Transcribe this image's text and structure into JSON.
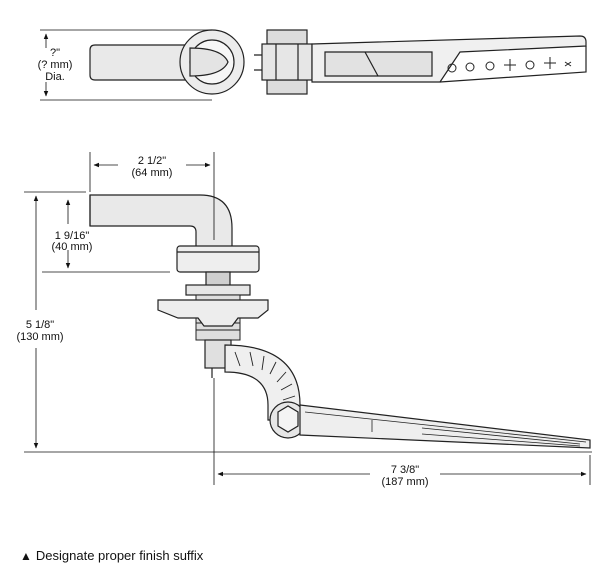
{
  "dimensions": {
    "diameter": {
      "value": "?\"",
      "metric": "(? mm)",
      "suffix": "Dia."
    },
    "handle_reach": {
      "value": "2 1/2\"",
      "metric": "(64 mm)"
    },
    "handle_height": {
      "value": "1 9/16\"",
      "metric": "(40 mm)"
    },
    "overall_height": {
      "value": "5 1/8\"",
      "metric": "(130 mm)"
    },
    "arm_length": {
      "value": "7 3/8\"",
      "metric": "(187 mm)"
    }
  },
  "footnote": {
    "symbol": "▲",
    "text": "Designate proper finish suffix"
  }
}
